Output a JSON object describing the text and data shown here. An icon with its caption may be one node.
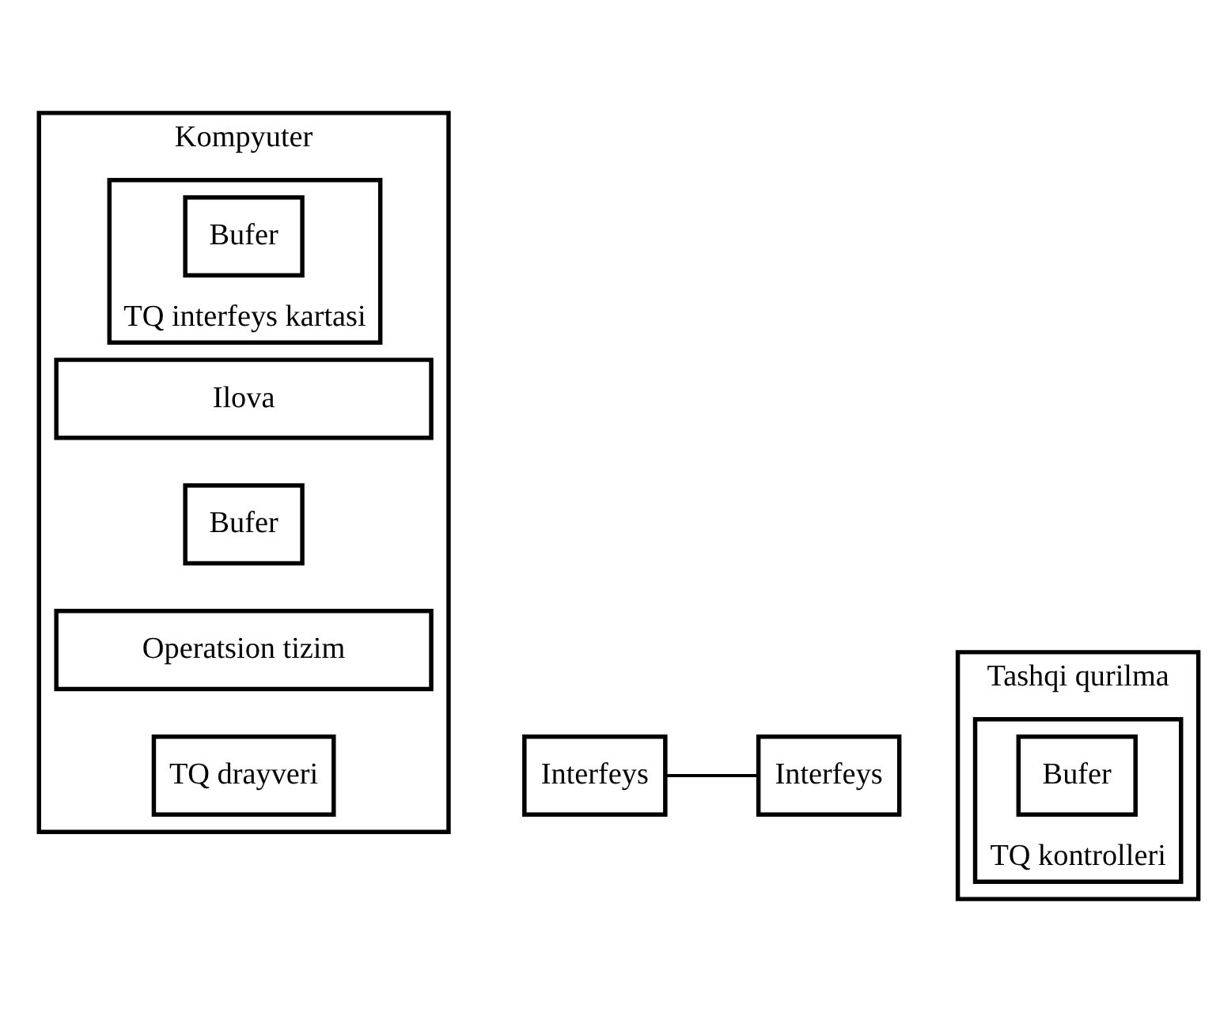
{
  "diagram": {
    "nodes": [
      {
        "text": [
          "Kompyuter"
        ]
      },
      {
        "text": [
          "Ilova"
        ],
        "in": 0
      },
      {
        "text": [
          "Bufer"
        ],
        "in": 0
      },
      {
        "text": [
          "Operatsion tizim"
        ],
        "in": 0
      },
      {
        "text": [
          "TQ drayveri"
        ],
        "in": 0
      },
      {
        "text": [
          "TQ interfeys kartasi"
        ],
        "in": 0
      },
      {
        "text": [
          "Bufer"
        ],
        "in": 5
      },
      {
        "text": [
          "Interfeys"
        ]
      },
      {
        "text": [
          "Interfeys"
        ]
      },
      {
        "text": [
          "Tashqi qurilma"
        ]
      },
      {
        "text": [
          "TQ kontrolleri"
        ],
        "in": 9
      },
      {
        "text": [
          "Bufer"
        ],
        "in": 10
      }
    ],
    "edges": [
      {
        "from": 7,
        "to": 8,
        "arrow": "none"
      }
    ]
  }
}
